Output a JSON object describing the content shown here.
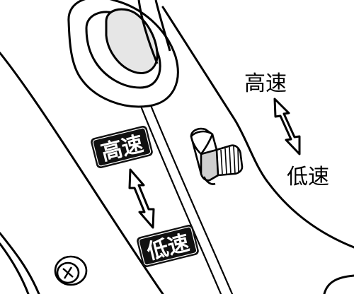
{
  "labels": {
    "decal_high": "高速",
    "decal_low": "低速",
    "callout_high": "高速",
    "callout_low": "低速"
  },
  "colors": {
    "ink": "#000000",
    "paper": "#ffffff",
    "decal_background": "#111111",
    "decal_text": "#ffffff",
    "knob_shade": "#cfcfcf",
    "sleeve_shade": "#e6e6e6"
  }
}
